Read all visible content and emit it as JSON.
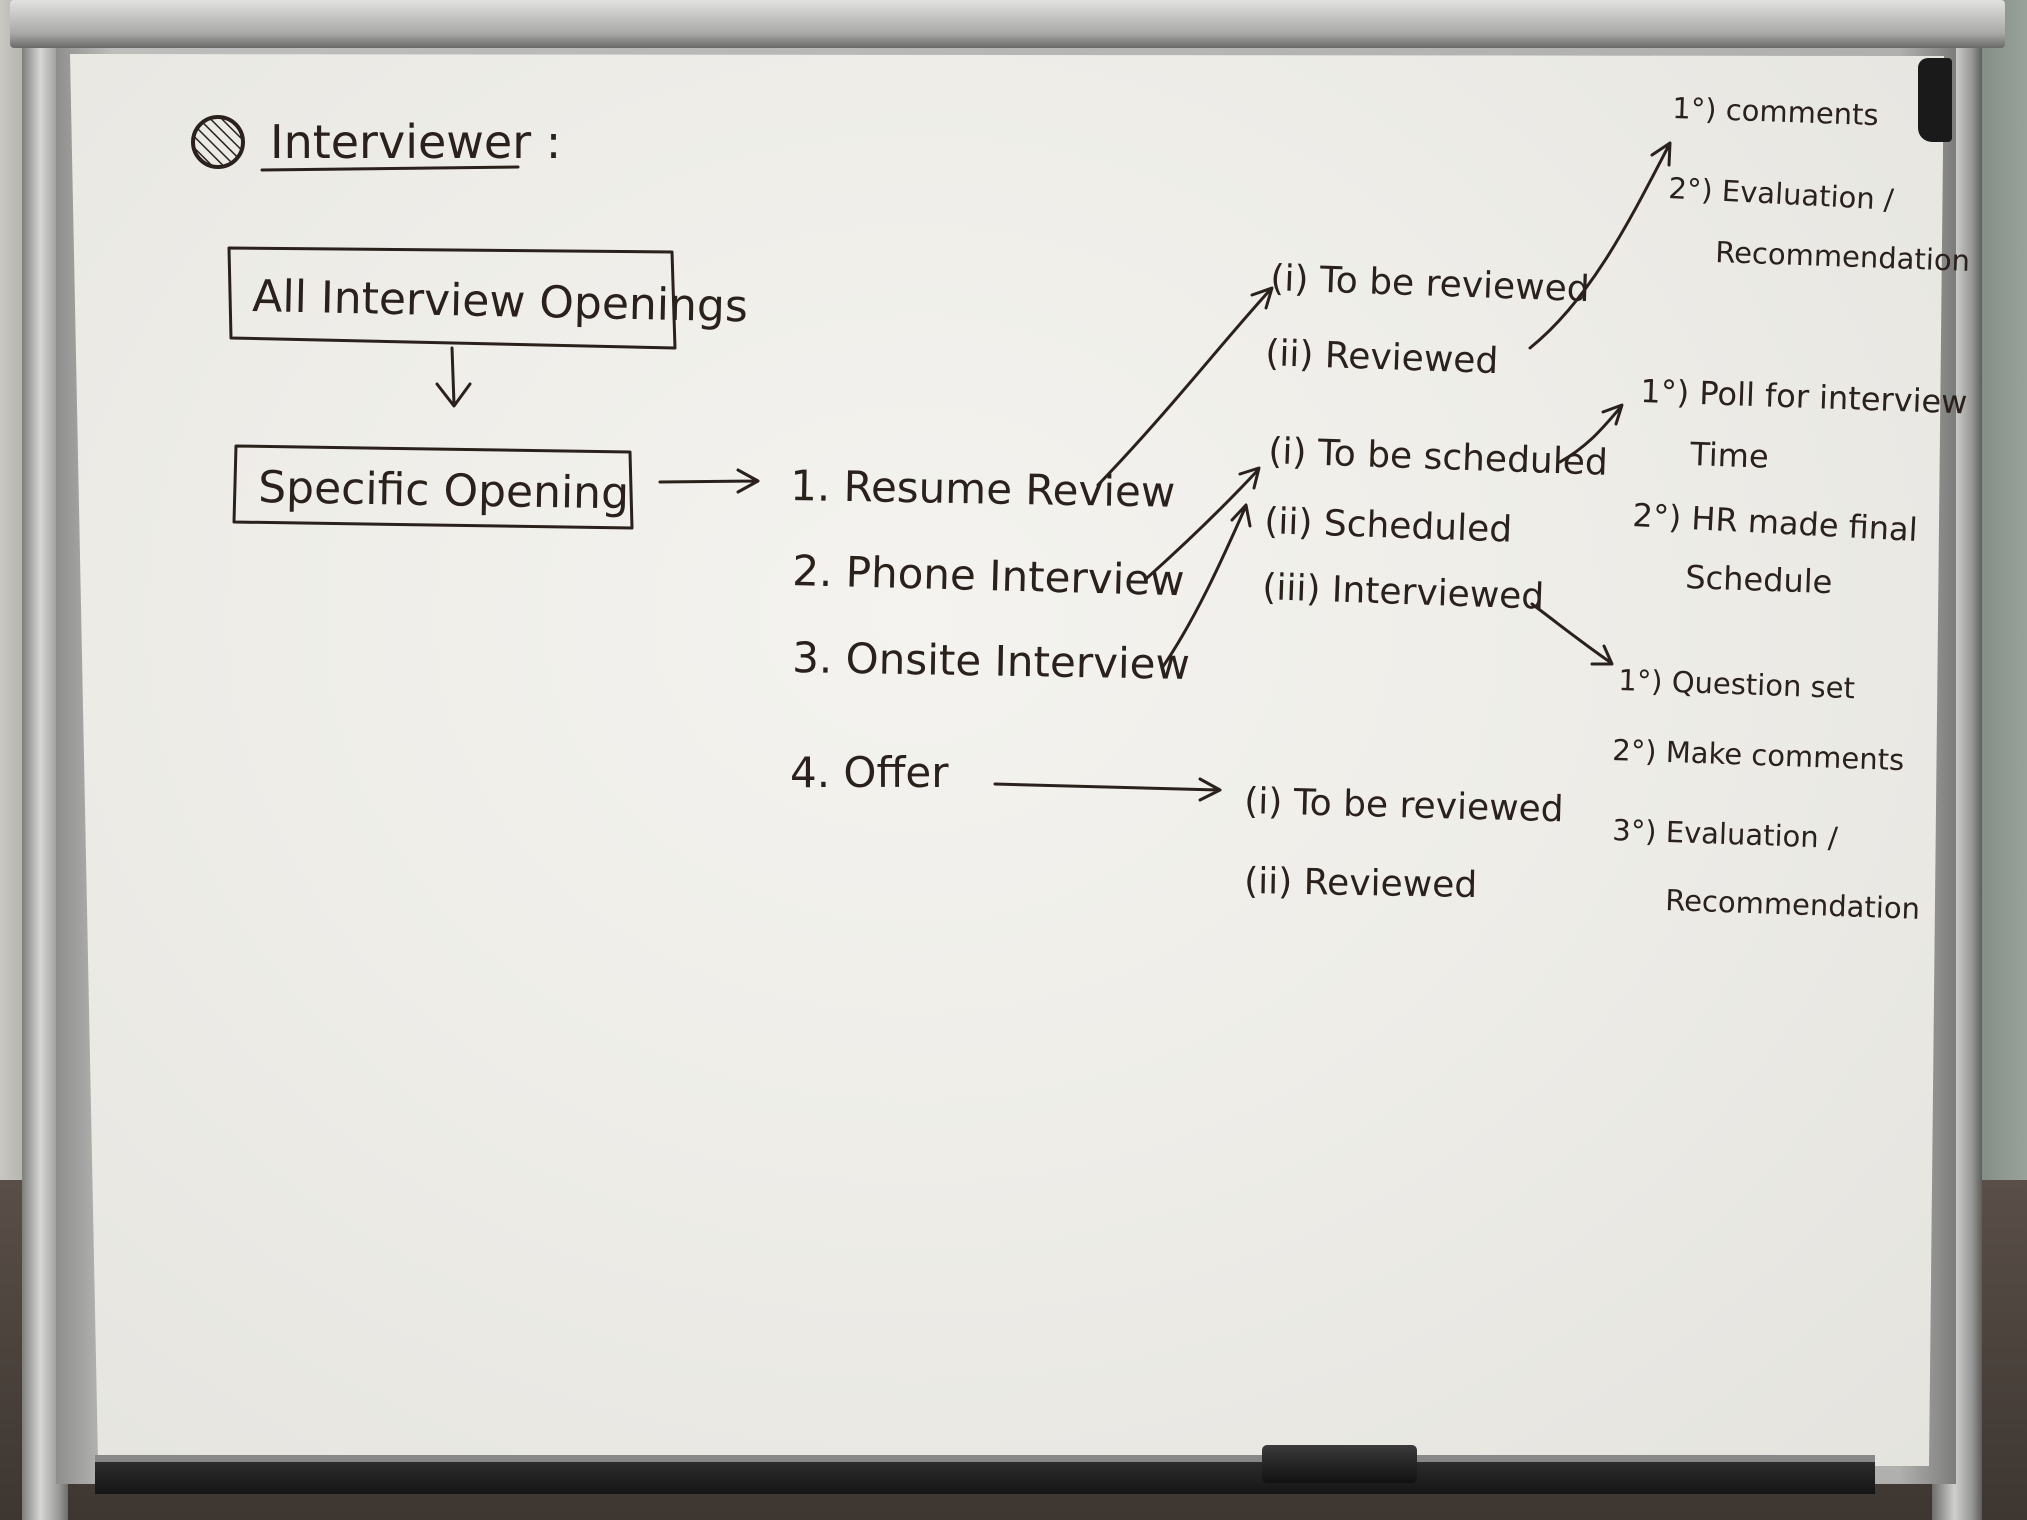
{
  "title": "Interviewer :",
  "boxes": {
    "all_openings": "All Interview Openings",
    "specific_opening": "Specific Opening"
  },
  "steps": [
    "1. Resume Review",
    "2. Phone Interview",
    "3. Onsite Interview",
    "4. Offer"
  ],
  "resume_review_states": [
    "(i) To be reviewed",
    "(ii) Reviewed"
  ],
  "reviewed_notes": [
    "1°) comments",
    "2°) Evaluation /",
    "Recommendation"
  ],
  "interview_states": [
    "(i) To be scheduled",
    "(ii) Scheduled",
    "(iii) Interviewed"
  ],
  "scheduling_notes": [
    "1°) Poll for interview",
    "Time",
    "2°) HR made final",
    "Schedule"
  ],
  "interviewed_notes": [
    "1°) Question set",
    "2°) Make comments",
    "3°) Evaluation /",
    "Recommendation"
  ],
  "offer_states": [
    "(i) To be reviewed",
    "(ii) Reviewed"
  ],
  "ink_color": "#2a211c",
  "board_color": "#efeeea"
}
